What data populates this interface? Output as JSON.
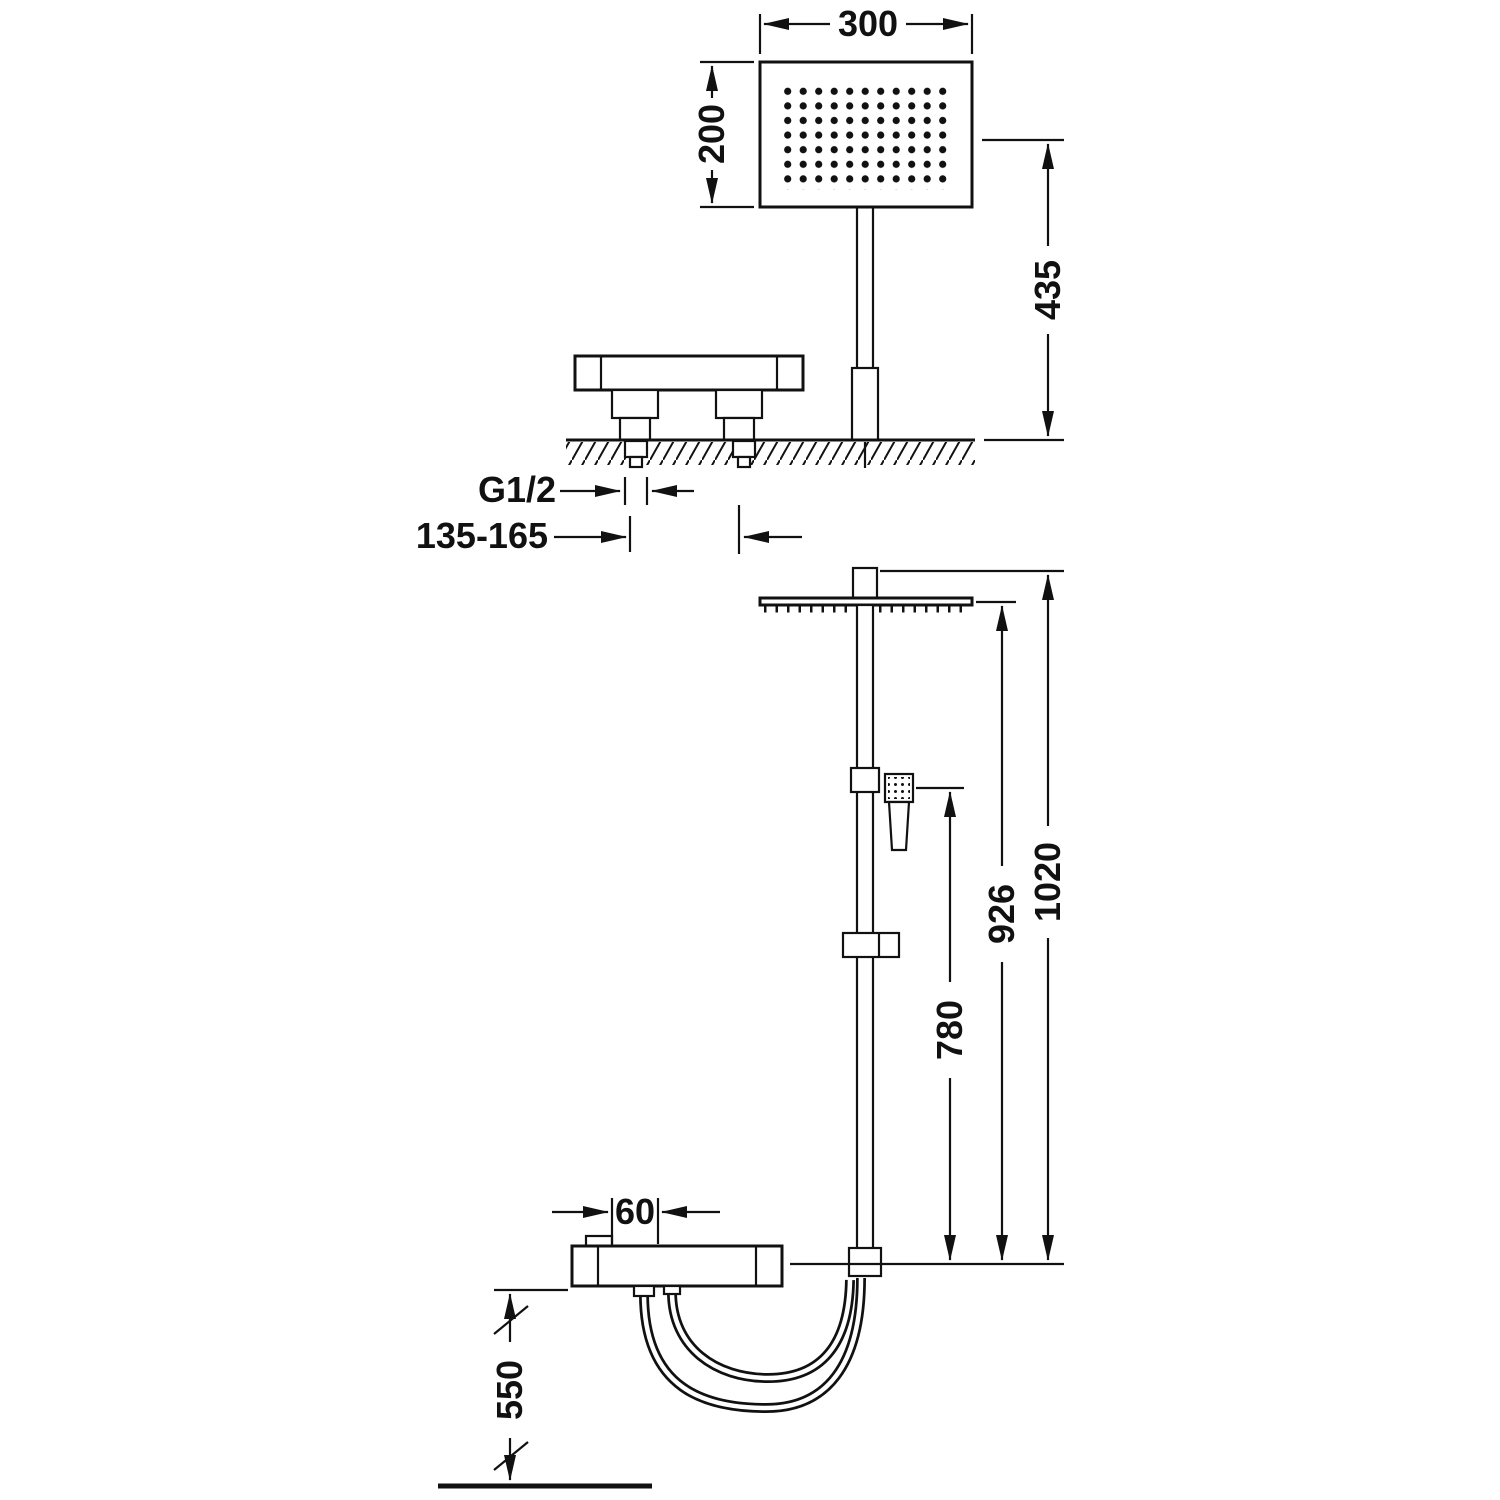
{
  "drawing": {
    "kind": "shower-column-technical-drawing",
    "colors": {
      "ink": "#111111",
      "background": "#ffffff"
    },
    "side_view": {
      "labels": {
        "head_width": "300",
        "head_depth": "200",
        "wall_distance": "435",
        "thread": "G1/2",
        "inlet_spacing": "135-165"
      }
    },
    "front_view": {
      "labels": {
        "valve_width": "60",
        "total_height": "1020",
        "rain_head_height": "926",
        "hand_shower_height": "780",
        "valve_height": "550"
      }
    }
  }
}
